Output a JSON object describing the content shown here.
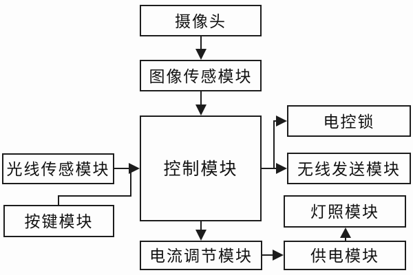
{
  "diagram": {
    "type": "block-diagram",
    "background_color": "#fdfdfd",
    "line_color": "#1c1c1c",
    "text_color": "#111111",
    "nodes": {
      "camera": {
        "label": "摄像头"
      },
      "image_sensor": {
        "label": "图像传感模块"
      },
      "control": {
        "label": "控制模块"
      },
      "electric_lock": {
        "label": "电控锁"
      },
      "wireless_send": {
        "label": "无线发送模块"
      },
      "light_sensor": {
        "label": "光线传感模块"
      },
      "key_button": {
        "label": "按键模块"
      },
      "lighting": {
        "label": "灯照模块"
      },
      "current_regulator": {
        "label": "电流调节模块"
      },
      "power_supply": {
        "label": "供电模块"
      }
    },
    "edges": [
      {
        "from": "摄像头",
        "to": "图像传感模块",
        "arrow": true
      },
      {
        "from": "图像传感模块",
        "to": "控制模块",
        "arrow": true
      },
      {
        "from": "光线传感模块",
        "to": "控制模块",
        "arrow": true
      },
      {
        "from": "按键模块",
        "to": "控制模块",
        "arrow": true
      },
      {
        "from": "控制模块",
        "to": "电控锁",
        "arrow": true
      },
      {
        "from": "控制模块",
        "to": "无线发送模块",
        "arrow": true
      },
      {
        "from": "控制模块",
        "to": "电流调节模块",
        "arrow": true
      },
      {
        "from": "电流调节模块",
        "to": "供电模块",
        "arrow": true
      },
      {
        "from": "供电模块",
        "to": "灯照模块",
        "arrow": true
      }
    ]
  }
}
